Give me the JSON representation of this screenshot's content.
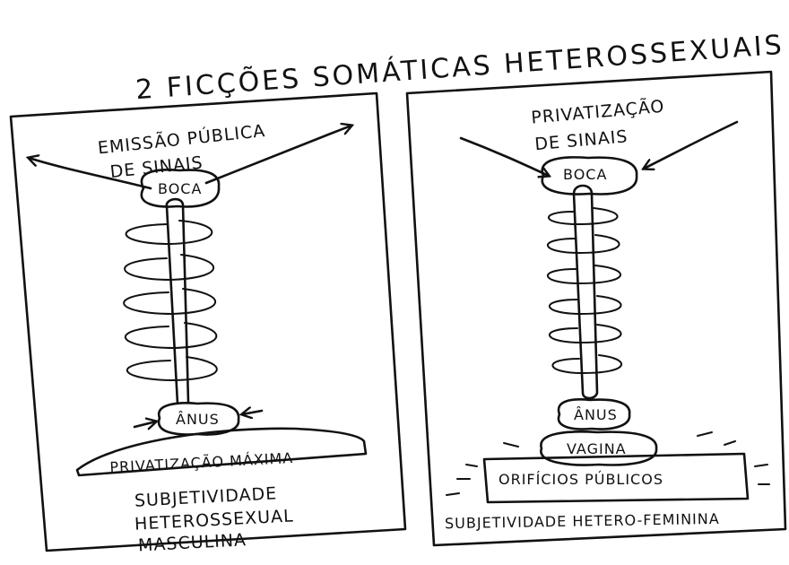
{
  "title": "2 FICÇÕES SOMÁTICAS HETEROSSEXUAIS",
  "left_panel": {
    "top_label_line1": "EMISSÃO PÚBLICA",
    "top_label_line2": "DE SINAIS",
    "mouth": "BOCA",
    "anus": "ÂNUS",
    "base": "PRIVATIZAÇÃO MÁXIMA",
    "caption_line1": "SUBJETIVIDADE",
    "caption_line2": "HETEROSSEXUAL",
    "caption_line3": "MASCULINA"
  },
  "right_panel": {
    "top_label_line1": "PRIVATIZAÇÃO",
    "top_label_line2": "DE SINAIS",
    "mouth": "BOCA",
    "anus": "ÂNUS",
    "vagina": "VAGINA",
    "base": "ORIFÍCIOS PÚBLICOS",
    "caption": "SUBJETIVIDADE HETERO-FEMININA"
  }
}
